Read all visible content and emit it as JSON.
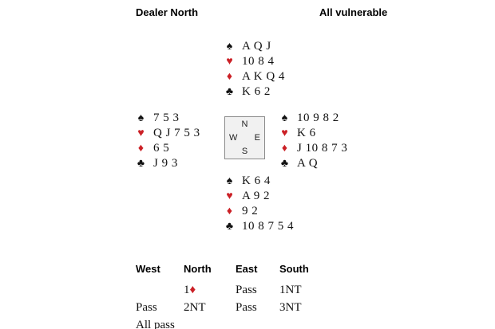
{
  "header": {
    "dealer": "Dealer North",
    "vulnerability": "All vulnerable"
  },
  "colors": {
    "red": "#cb2026",
    "black": "#111111"
  },
  "suits": {
    "spade": "♠",
    "heart": "♥",
    "diamond": "♦",
    "club": "♣"
  },
  "compass": {
    "n": "N",
    "w": "W",
    "e": "E",
    "s": "S"
  },
  "hands": {
    "north": [
      {
        "suit": "spade",
        "cards": "A Q J"
      },
      {
        "suit": "heart",
        "cards": "10 8  4"
      },
      {
        "suit": "diamond",
        "cards": "A K Q  4"
      },
      {
        "suit": "club",
        "cards": "K 6  2"
      }
    ],
    "west": [
      {
        "suit": "spade",
        "cards": "7 5  3"
      },
      {
        "suit": "heart",
        "cards": "Q J 7  5  3"
      },
      {
        "suit": "diamond",
        "cards": "6 5"
      },
      {
        "suit": "club",
        "cards": "J 9  3"
      }
    ],
    "east": [
      {
        "suit": "spade",
        "cards": "10 9  8  2"
      },
      {
        "suit": "heart",
        "cards": "K 6"
      },
      {
        "suit": "diamond",
        "cards": "J 10 8 7  3"
      },
      {
        "suit": "club",
        "cards": "A Q"
      }
    ],
    "south": [
      {
        "suit": "spade",
        "cards": "K 6  4"
      },
      {
        "suit": "heart",
        "cards": "A 9  2"
      },
      {
        "suit": "diamond",
        "cards": "9 2"
      },
      {
        "suit": "club",
        "cards": "10 8 7  5  4"
      }
    ]
  },
  "auction": {
    "headers": [
      "West",
      "North",
      "East",
      "South"
    ],
    "rows": [
      [
        "",
        "1♦",
        "Pass",
        "1NT"
      ],
      [
        "Pass",
        "2NT",
        "Pass",
        "3NT"
      ],
      [
        "All pass",
        "",
        "",
        ""
      ]
    ]
  }
}
